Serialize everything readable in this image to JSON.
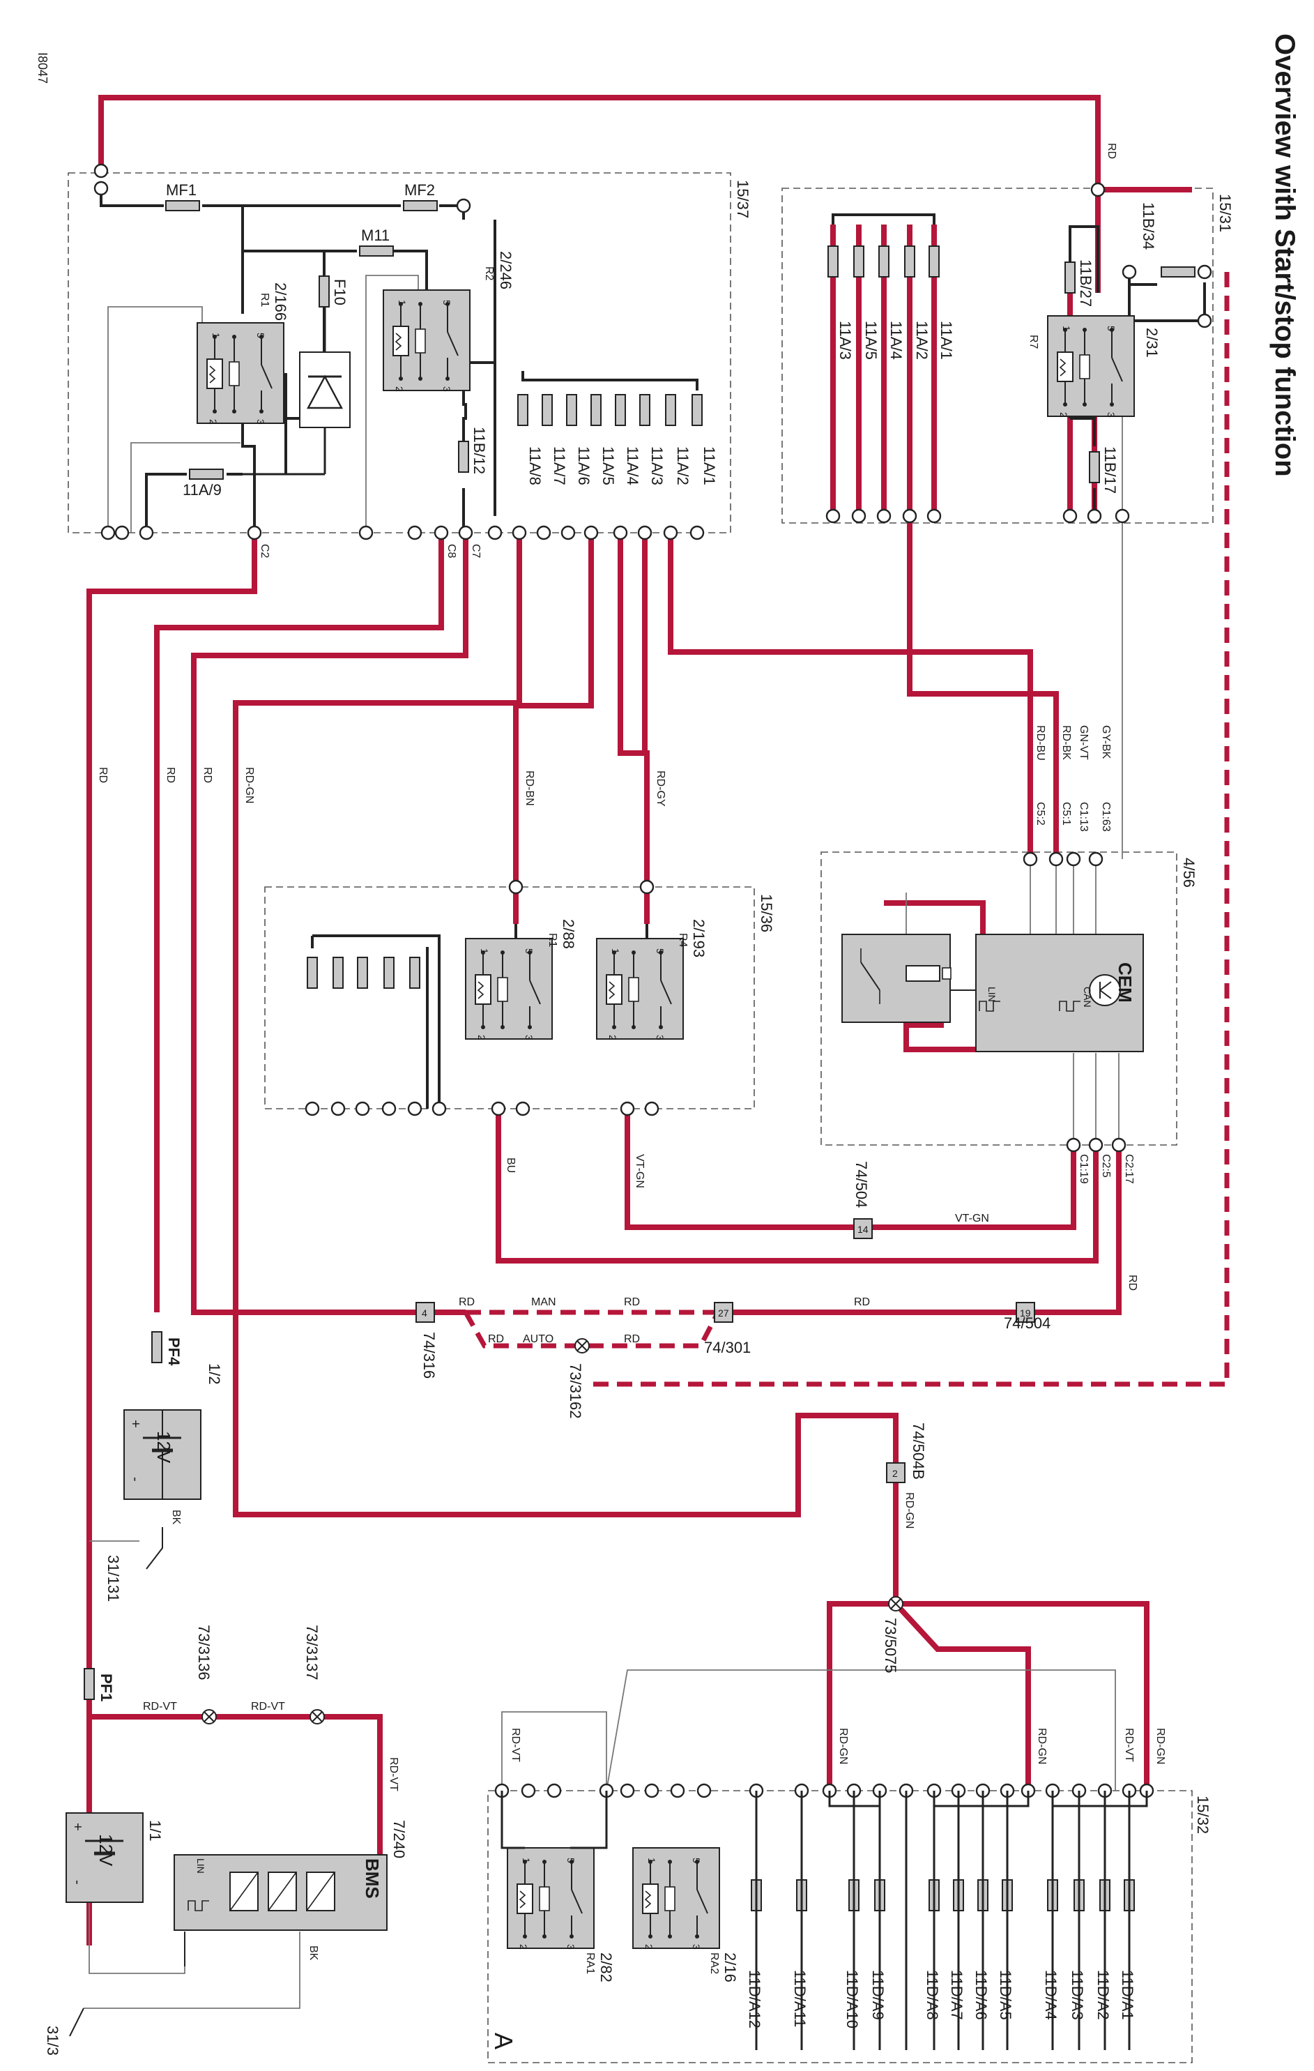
{
  "title": "Overview with Start/stop function",
  "drawing_id": "I8047",
  "units": {
    "u15_37": "15/37",
    "u15_31": "15/31",
    "u15_36": "15/36",
    "u4_56": "4/56",
    "u15_32": "15/32"
  },
  "fuses": {
    "mf1": "MF1",
    "mf2": "MF2",
    "m11": "M11",
    "f10": "F10",
    "f11a9": "11A/9",
    "f11b12": "11B/12",
    "f11b34": "11B/34",
    "f11b27": "11B/27",
    "f11b17": "11B/17",
    "pf4": "PF4",
    "pf1": "PF1",
    "f11a8": "11A/8",
    "f11a7": "11A/7",
    "f11a6": "11A/6",
    "f11a5": "11A/5",
    "f11a4": "11A/4",
    "f11a3": "11A/3",
    "f11a2": "11A/2",
    "f11a1": "11A/1",
    "g11a3": "11A/3",
    "g11a5": "11A/5",
    "g11a4": "11A/4",
    "g11a2": "11A/2",
    "g11a1": "11A/1",
    "d12": "11D/A12",
    "d11": "11D/A11",
    "d10": "11D/A10",
    "d9": "11D/A9",
    "d8": "11D/A8",
    "d7": "11D/A7",
    "d6": "11D/A6",
    "d5": "11D/A5",
    "d4": "11D/A4",
    "d3": "11D/A3",
    "d2": "11D/A2",
    "d1": "11D/A1"
  },
  "relays": {
    "r2_166": "2/166",
    "r1": "R1",
    "r2_246": "2/246",
    "r2": "R2",
    "r2_31": "2/31",
    "r7": "R7",
    "r2_88": "2/88",
    "r1b": "R1",
    "r2_193": "2/193",
    "r4": "R4",
    "r2_82": "2/82",
    "ra1": "RA1",
    "r2_16": "2/16",
    "ra2": "RA2"
  },
  "connectors": {
    "c2": "C2",
    "c8": "C8",
    "c7": "C7",
    "c5_2": "C5:2",
    "c5_1": "C5:1",
    "c1_13": "C1:13",
    "c1_63": "C1:63",
    "c1_19": "C1:19",
    "c2_5": "C2:5",
    "c2_17": "C2:17",
    "j74_504": "74/504",
    "j74_504b": "74/504",
    "j74_316": "74/316",
    "j74_301": "74/301",
    "j73_3162": "73/3162",
    "j74_504B": "74/504B",
    "j73_5075": "73/5075",
    "j73_3136": "73/3136",
    "j73_3137": "73/3137",
    "g31_131": "31/131",
    "g31_3": "31/3",
    "b1_2": "1/2",
    "b1_1": "1/1",
    "bms_id": "7/240",
    "pin14": "14",
    "pin4": "4",
    "pin27": "27",
    "pin19": "19",
    "pin2": "2"
  },
  "wires": {
    "rd": "RD",
    "rd_gn": "RD-GN",
    "rd_bn": "RD-BN",
    "rd_gy": "RD-GY",
    "rd_bu": "RD-BU",
    "rd_bk": "RD-BK",
    "gn_vt": "GN-VT",
    "gy_bk": "GY-BK",
    "bu": "BU",
    "vt_gn": "VT-GN",
    "rd_vt": "RD-VT",
    "bk": "BK",
    "man": "MAN",
    "auto": "AUTO"
  },
  "modules": {
    "cem": "CEM",
    "bms": "BMS",
    "lin": "LIN",
    "can": "CAN",
    "battery_v": "12V",
    "plus": "+",
    "minus": "-",
    "section_a": "A"
  },
  "colors": {
    "red_wire": "#b5163a",
    "black_wire": "#222222",
    "gray_box": "#c8c8c8"
  }
}
